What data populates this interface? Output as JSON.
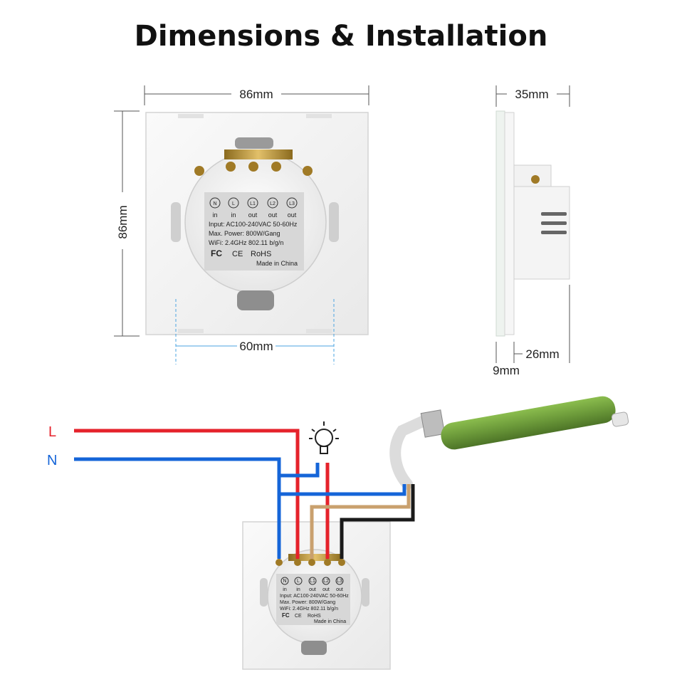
{
  "title": "Dimensions & Installation",
  "dimensions": {
    "width": "86mm",
    "height": "86mm",
    "depth": "35mm",
    "mount_spacing": "60mm",
    "back_depth": "26mm",
    "plate_thickness": "9mm"
  },
  "label": {
    "terminals": [
      "N",
      "L",
      "L1",
      "L2",
      "L3"
    ],
    "terminal_types": [
      "in",
      "in",
      "out",
      "out",
      "out"
    ],
    "input": "Input: AC100-240VAC 50-60Hz",
    "power": "Max. Power: 800W/Gang",
    "wifi": "WiFi: 2.4GHz 802.11 b/g/n",
    "fc": "FC",
    "ce": "CE",
    "rohs": "RoHS",
    "made_in": "Made in China"
  },
  "wiring": {
    "live_label": "L",
    "neutral_label": "N",
    "colors": {
      "live": "#e5222b",
      "neutral": "#1565d8",
      "brown": "#c9a06e",
      "black": "#1a1a1a",
      "tube": "#6c9a3a"
    }
  }
}
